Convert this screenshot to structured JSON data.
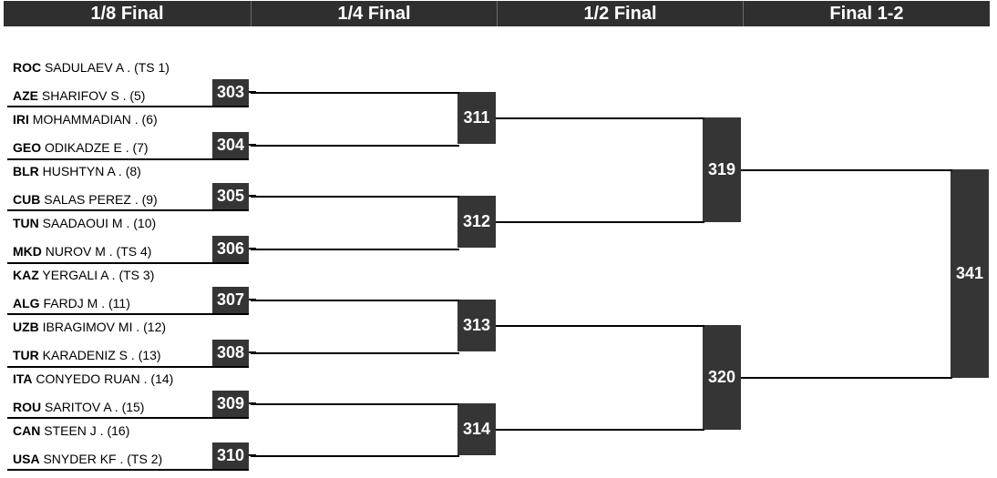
{
  "headers": [
    "1/8 Final",
    "1/4 Final",
    "1/2 Final",
    "Final 1-2"
  ],
  "athletes": [
    {
      "country": "ROC",
      "name": "SADULAEV A . (TS 1)"
    },
    {
      "country": "AZE",
      "name": "SHARIFOV S . (5)"
    },
    {
      "country": "IRI",
      "name": "MOHAMMADIAN . (6)"
    },
    {
      "country": "GEO",
      "name": "ODIKADZE E . (7)"
    },
    {
      "country": "BLR",
      "name": "HUSHTYN A . (8)"
    },
    {
      "country": "CUB",
      "name": "SALAS PEREZ . (9)"
    },
    {
      "country": "TUN",
      "name": "SAADAOUI M . (10)"
    },
    {
      "country": "MKD",
      "name": "NUROV M . (TS 4)"
    },
    {
      "country": "KAZ",
      "name": "YERGALI A . (TS 3)"
    },
    {
      "country": "ALG",
      "name": "FARDJ M . (11)"
    },
    {
      "country": "UZB",
      "name": "IBRAGIMOV MI . (12)"
    },
    {
      "country": "TUR",
      "name": "KARADENIZ S . (13)"
    },
    {
      "country": "ITA",
      "name": "CONYEDO RUAN . (14)"
    },
    {
      "country": "ROU",
      "name": "SARITOV A . (15)"
    },
    {
      "country": "CAN",
      "name": "STEEN J . (16)"
    },
    {
      "country": "USA",
      "name": "SNYDER KF . (TS 2)"
    }
  ],
  "rounds": {
    "r16": [
      "303",
      "304",
      "305",
      "306",
      "307",
      "308",
      "309",
      "310"
    ],
    "qf": [
      "311",
      "312",
      "313",
      "314"
    ],
    "sf": [
      "319",
      "320"
    ],
    "final": [
      "341"
    ]
  }
}
